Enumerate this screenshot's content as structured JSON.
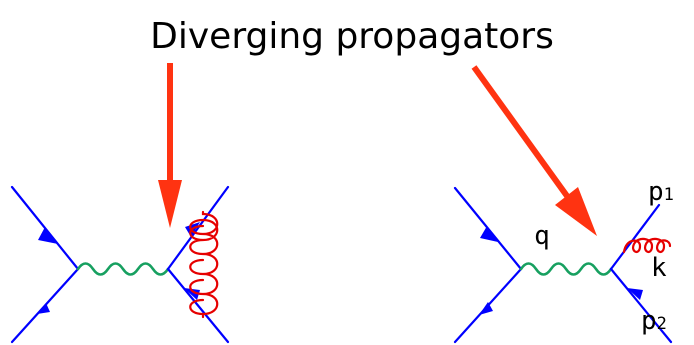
{
  "title": "Diverging propagators",
  "colors": {
    "fermion": "#0000ff",
    "photon": "#17a060",
    "gluon": "#e60000",
    "pointer": "#ff3311"
  },
  "right_diagram": {
    "labels": {
      "q_label": "q",
      "p1_main": "p",
      "p1_sub": "1",
      "k_label": "k",
      "p2_main": "p",
      "p2_sub": "2"
    }
  }
}
